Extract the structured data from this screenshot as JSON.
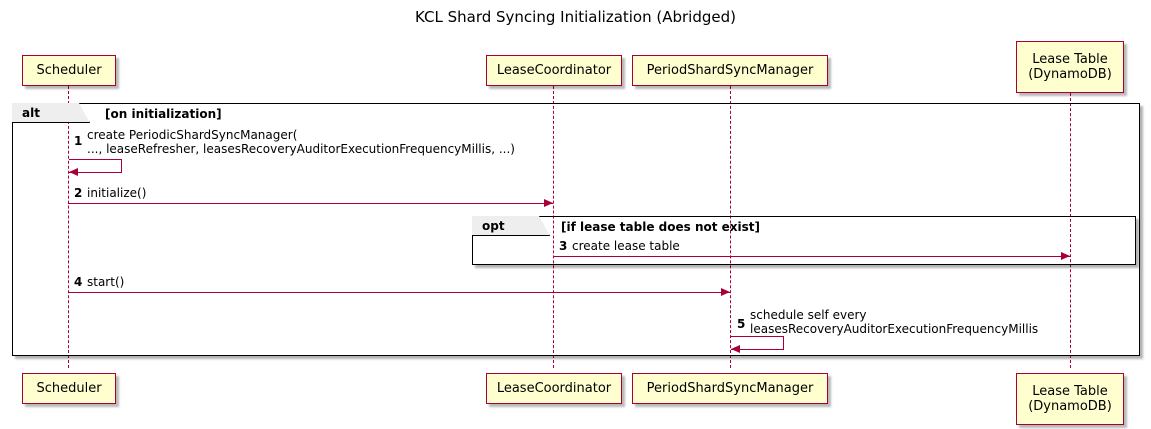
{
  "diagram": {
    "title": "KCL Shard Syncing Initialization (Abridged)",
    "type": "uml-sequence-diagram"
  },
  "participants": [
    {
      "id": "scheduler",
      "lines": [
        "Scheduler"
      ]
    },
    {
      "id": "leasecoordinator",
      "lines": [
        "LeaseCoordinator"
      ]
    },
    {
      "id": "periodshardsyncmanager",
      "lines": [
        "PeriodShardSyncManager"
      ]
    },
    {
      "id": "leasetable",
      "lines": [
        "Lease Table",
        "(DynamoDB)"
      ]
    }
  ],
  "fragments": [
    {
      "id": "alt",
      "label": "alt",
      "guard": "[on initialization]"
    },
    {
      "id": "opt",
      "label": "opt",
      "guard": "[if lease table does not exist]"
    }
  ],
  "messages": [
    {
      "number": "1",
      "from": "scheduler",
      "to": "scheduler",
      "kind": "self",
      "lines": [
        "create PeriodicShardSyncManager(",
        "   ..., leaseRefresher, leasesRecoveryAuditorExecutionFrequencyMillis, ...)"
      ]
    },
    {
      "number": "2",
      "from": "scheduler",
      "to": "leasecoordinator",
      "kind": "call",
      "lines": [
        "initialize()"
      ]
    },
    {
      "number": "3",
      "from": "leasecoordinator",
      "to": "leasetable",
      "kind": "call",
      "lines": [
        "create lease table"
      ]
    },
    {
      "number": "4",
      "from": "scheduler",
      "to": "periodshardsyncmanager",
      "kind": "call",
      "lines": [
        "start()"
      ]
    },
    {
      "number": "5",
      "from": "periodshardsyncmanager",
      "to": "periodshardsyncmanager",
      "kind": "self",
      "lines": [
        "schedule self every",
        "   leasesRecoveryAuditorExecutionFrequencyMillis"
      ]
    }
  ],
  "colors": {
    "participant_fill": "#FEFECE",
    "participant_border": "#A80036",
    "arrow": "#A80036",
    "frame_border": "#000000",
    "frag_tab_fill": "#EEEEEE",
    "background": "#FFFFFF",
    "text": "#000000"
  }
}
